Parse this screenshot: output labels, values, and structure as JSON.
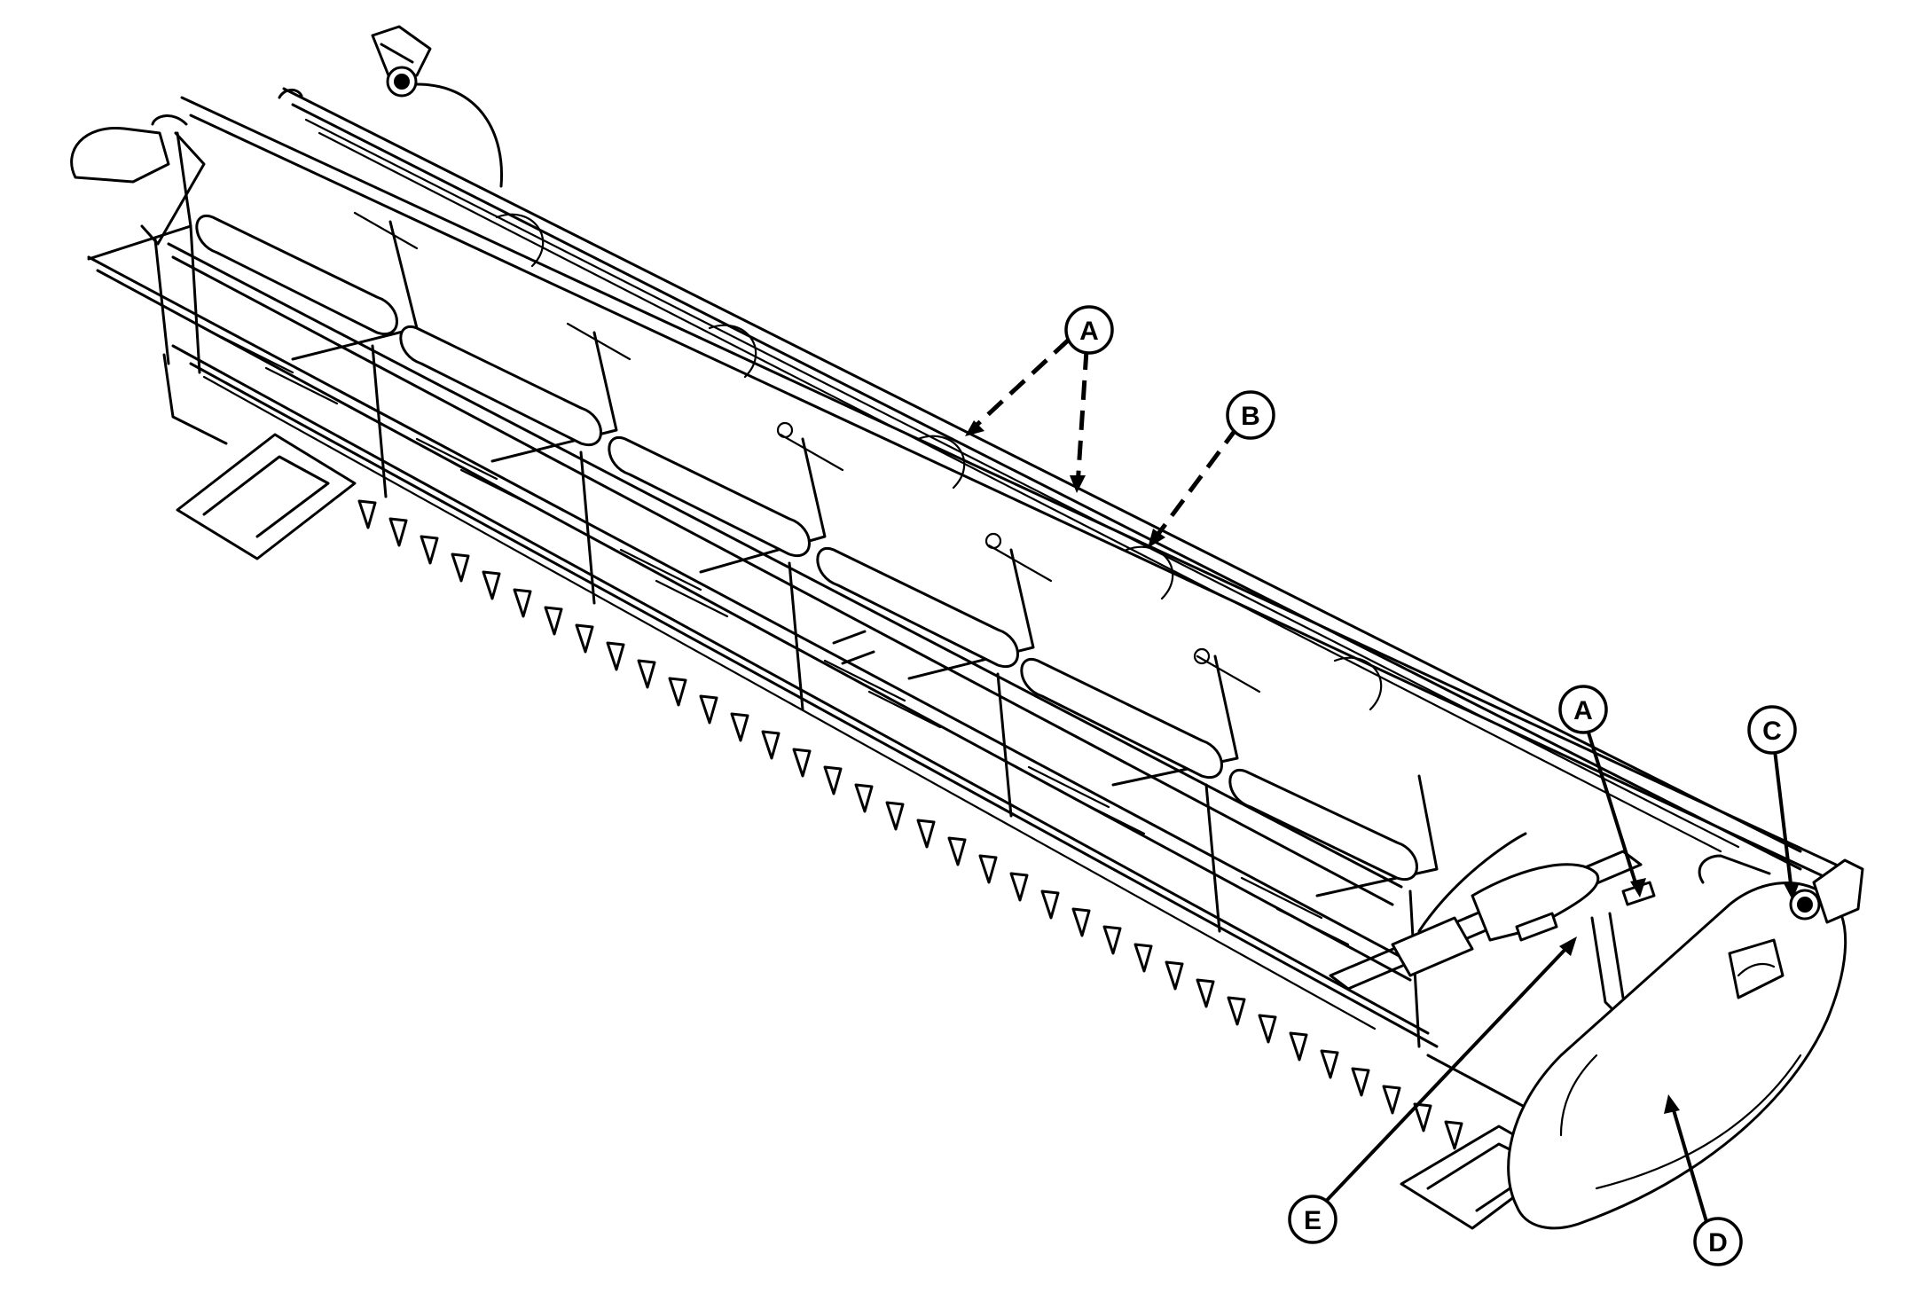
{
  "diagram": {
    "callouts": [
      {
        "id": "A-upper",
        "label": "A"
      },
      {
        "id": "B",
        "label": "B"
      },
      {
        "id": "A-lower",
        "label": "A"
      },
      {
        "id": "C",
        "label": "C"
      },
      {
        "id": "D",
        "label": "D"
      },
      {
        "id": "E",
        "label": "E"
      }
    ],
    "colors": {
      "line": "#000000",
      "background": "#ffffff"
    }
  }
}
